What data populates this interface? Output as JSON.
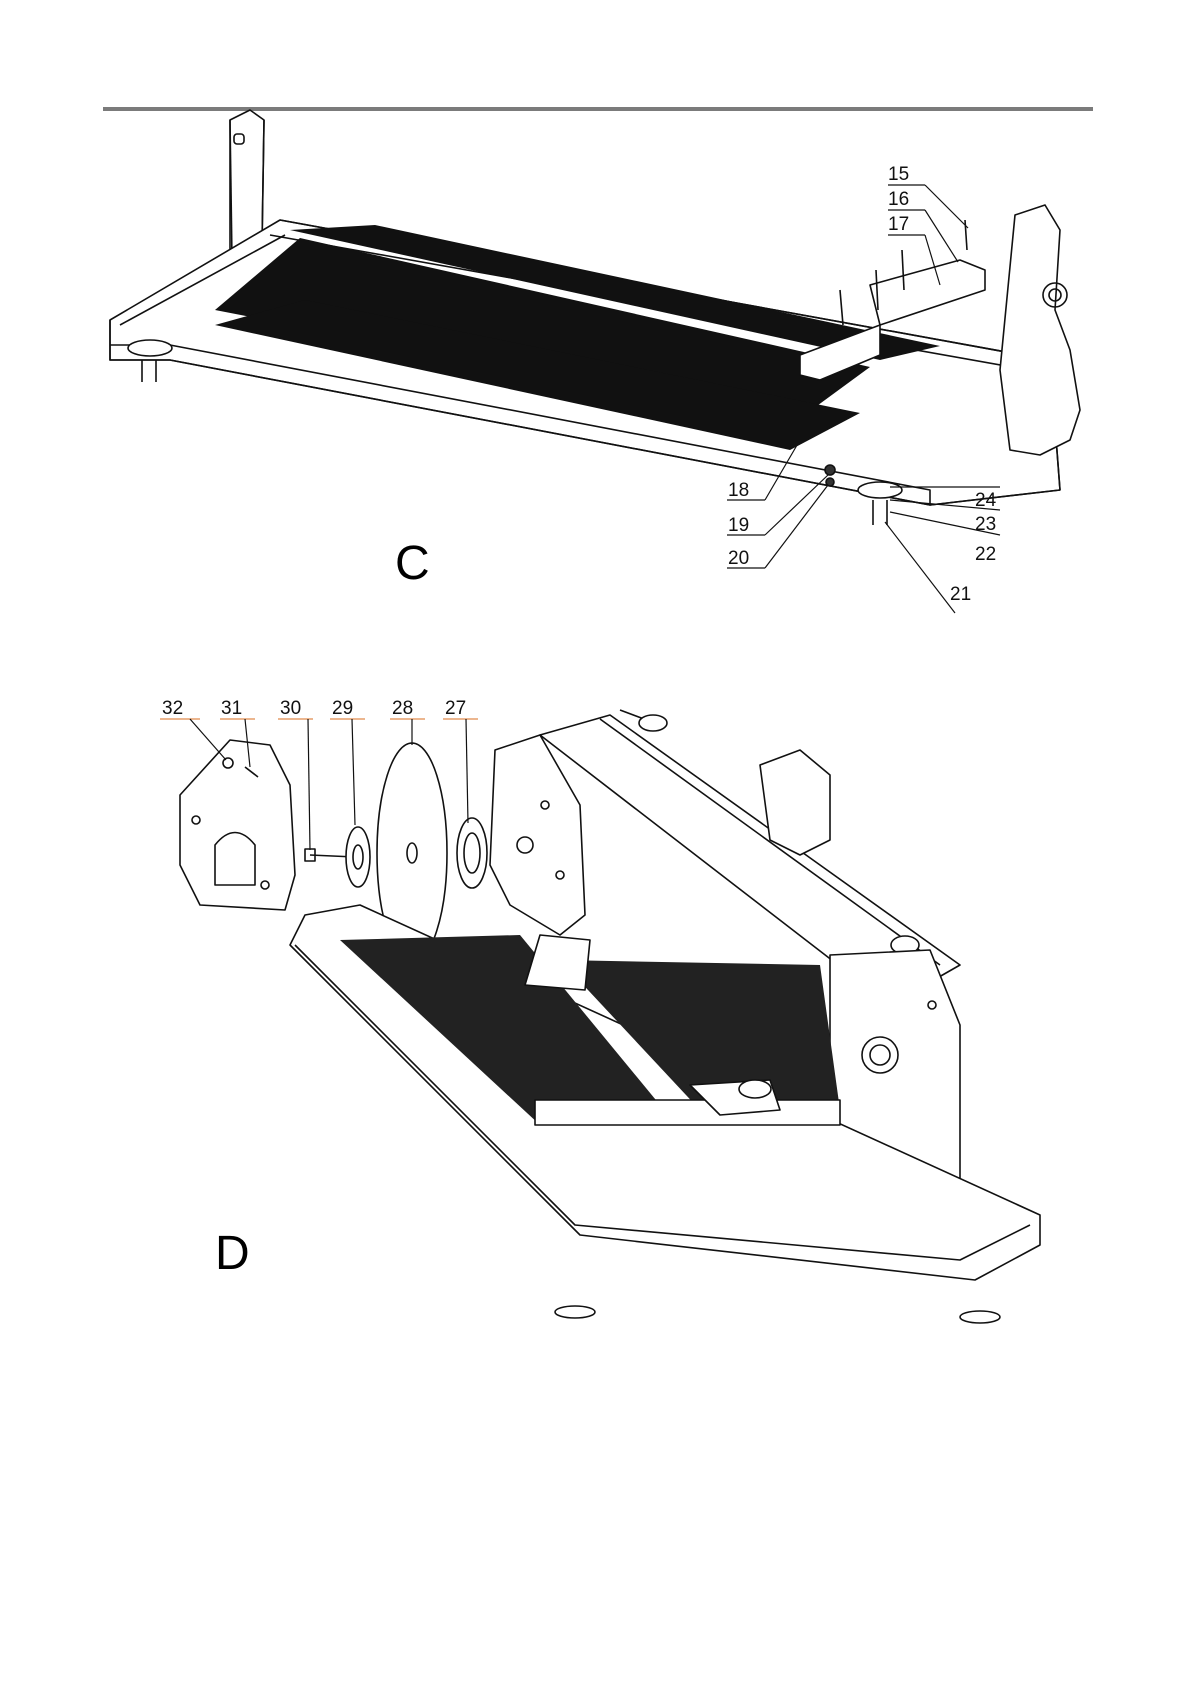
{
  "page": {
    "background": "#ffffff",
    "rule_color": "#7b7b7b"
  },
  "figures": [
    {
      "label": "C",
      "callouts": [
        "15",
        "16",
        "17",
        "18",
        "19",
        "20",
        "21",
        "22",
        "23",
        "24"
      ]
    },
    {
      "label": "D",
      "callouts": [
        "32",
        "31",
        "30",
        "29",
        "28",
        "27"
      ],
      "callout_underline_color": "#e08a4c"
    }
  ]
}
